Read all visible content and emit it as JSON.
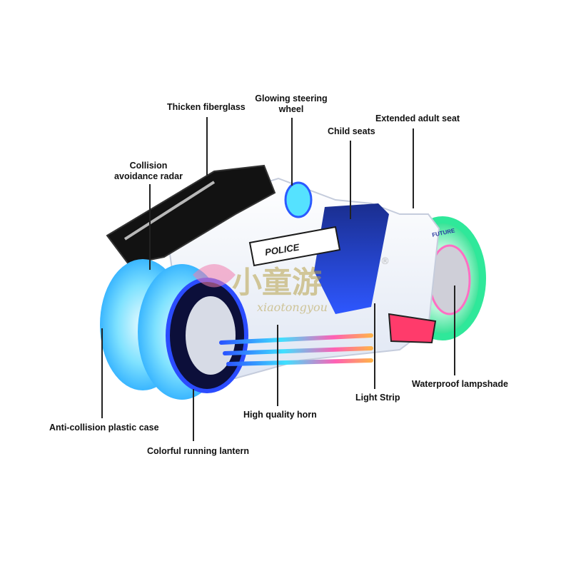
{
  "callouts": {
    "thicken_fiberglass": "Thicken fiberglass",
    "glowing_steering_wheel_line1": "Glowing steering",
    "glowing_steering_wheel_line2": "wheel",
    "extended_adult_seat": "Extended adult seat",
    "child_seats": "Child seats",
    "collision_radar_line1": "Collision",
    "collision_radar_line2": "avoidance radar",
    "waterproof_lampshade": "Waterproof lampshade",
    "light_strip": "Light Strip",
    "high_quality_horn": "High quality horn",
    "anti_collision_case": "Anti-collision plastic case",
    "colorful_running_lantern": "Colorful running lantern"
  },
  "vehicle": {
    "side_decal": "POLICE",
    "rear_decal": "FUTURE"
  },
  "watermark": {
    "brand_cn": "小童游",
    "brand_pinyin": "xiaotongyou",
    "registered_mark": "®"
  },
  "colors": {
    "background": "#ffffff",
    "body_white": "#f4f6fb",
    "shell_black": "#111111",
    "glow_cyan": "#4fd8ff",
    "glow_blue": "#1e3cff",
    "glow_green": "#3cf0a0",
    "glow_pink": "#ff5fb4",
    "watermark_gold": "#b8a24a"
  }
}
